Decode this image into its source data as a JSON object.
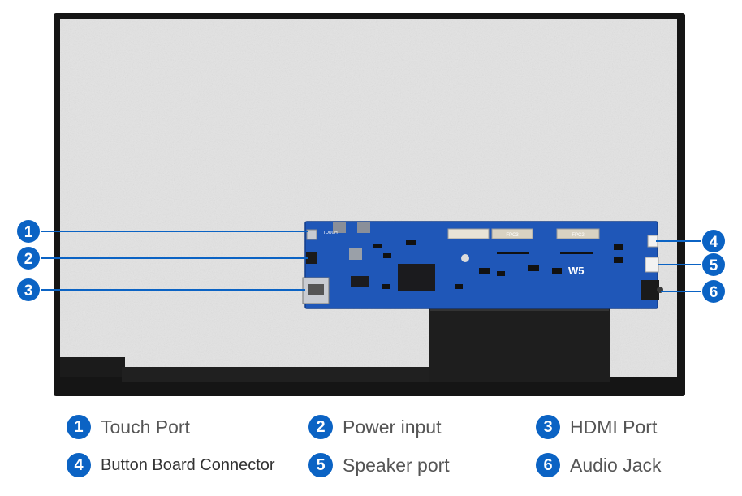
{
  "callouts": [
    {
      "number": "1",
      "label": "Touch Port"
    },
    {
      "number": "2",
      "label": "Power input"
    },
    {
      "number": "3",
      "label": "HDMI Port"
    },
    {
      "number": "4",
      "label": "Button Board Connector"
    },
    {
      "number": "5",
      "label": "Speaker port"
    },
    {
      "number": "6",
      "label": "Audio Jack"
    }
  ],
  "board": {
    "fpc_labels": [
      "FPC3",
      "FPC2"
    ],
    "brand_mark": "W5",
    "touch_silk": "TOUCH"
  },
  "colors": {
    "accent": "#0b63c4",
    "board": "#1f57b8",
    "bezel": "#151515",
    "panel": "#e3e3e3"
  }
}
